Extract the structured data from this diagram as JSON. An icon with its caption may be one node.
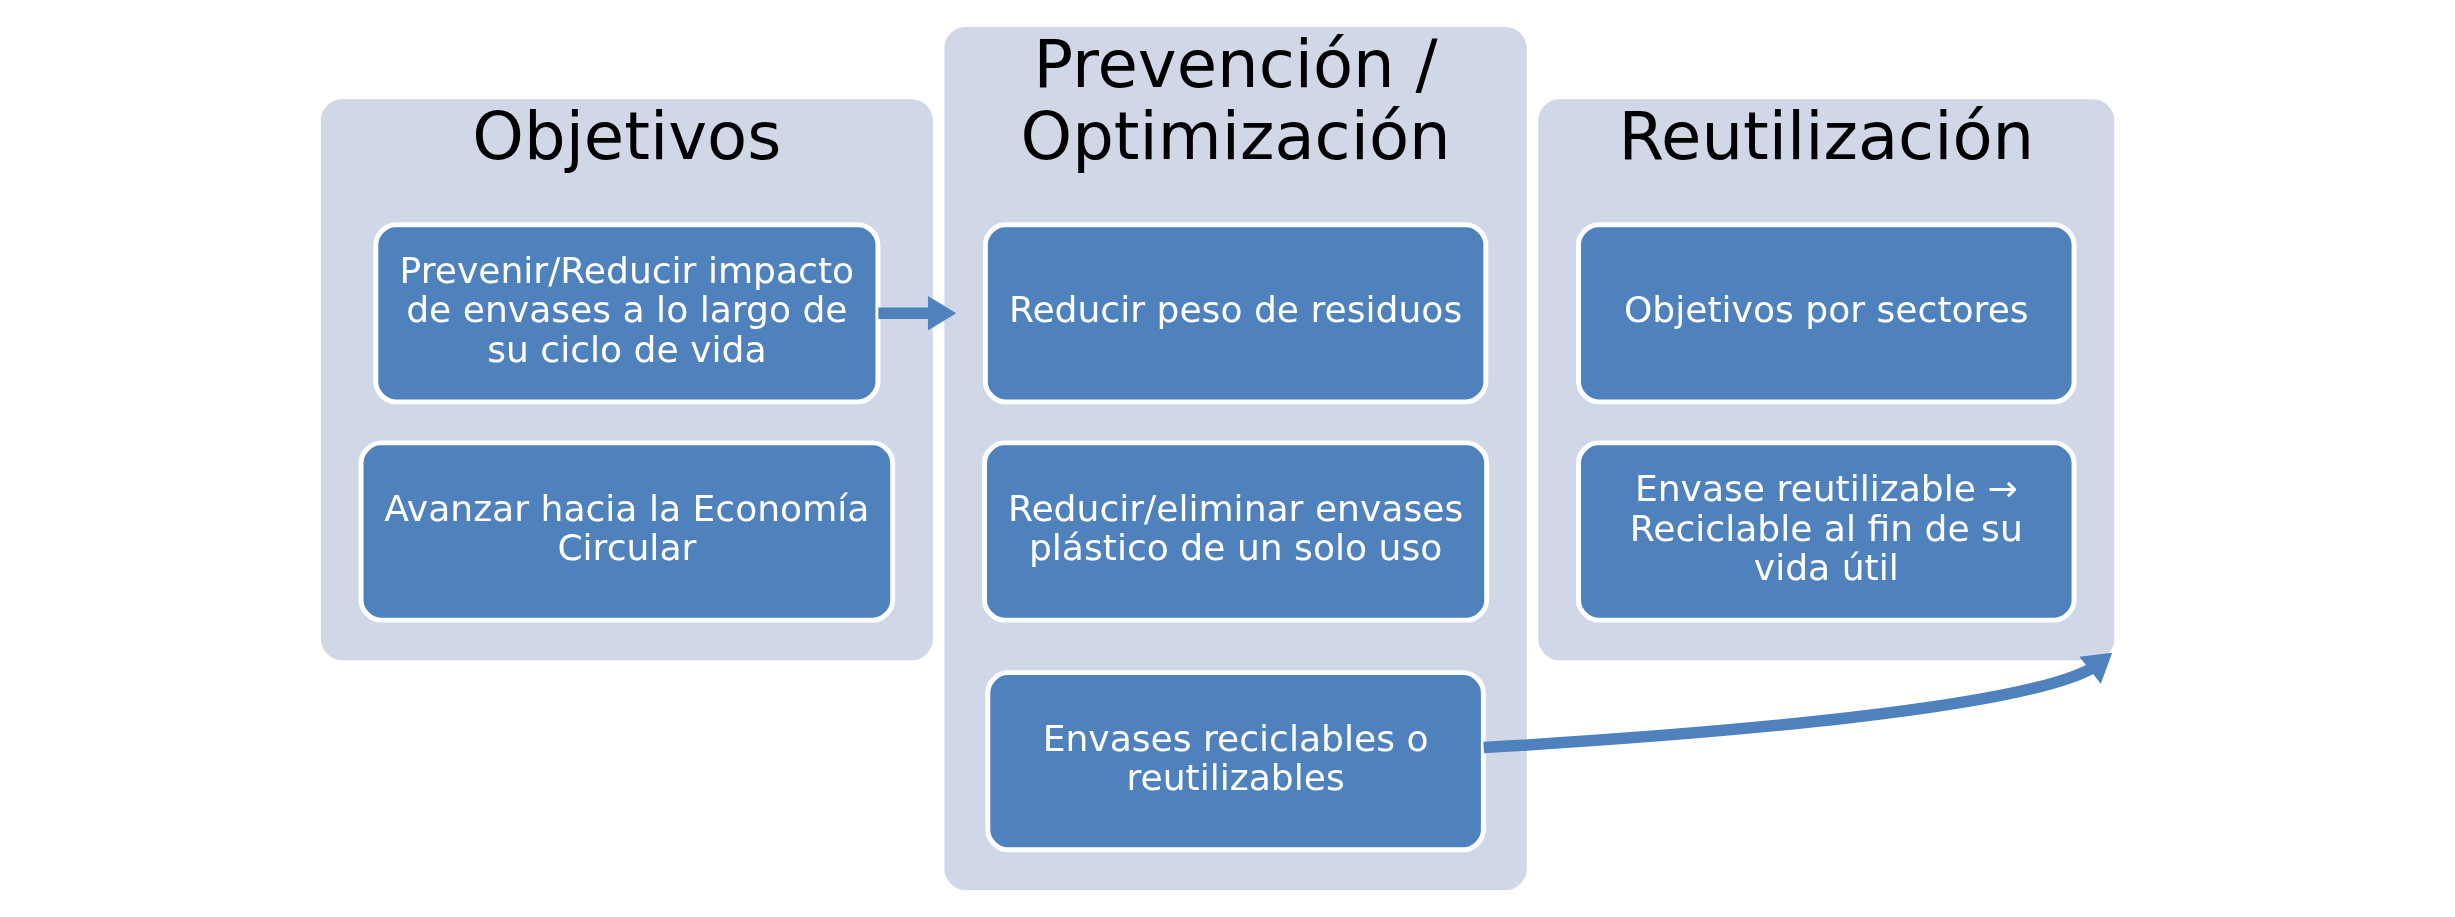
{
  "diagram": {
    "nodes": [
      {
        "text": [
          "Objetivos"
        ]
      },
      {
        "text": [
          "Prevenir/Reducir impacto de envases a lo largo de su ciclo de vida"
        ],
        "in": 0
      },
      {
        "text": [
          "Avanzar hacia la Economía Circular"
        ],
        "in": 0
      },
      {
        "text": [
          "Prevención / Optimización"
        ]
      },
      {
        "text": [
          "Reducir peso de residuos"
        ],
        "in": 3
      },
      {
        "text": [
          "Reducir/eliminar envases plástico de un solo uso"
        ],
        "in": 3
      },
      {
        "text": [
          "Envases reciclables o reutilizables"
        ],
        "in": 3
      },
      {
        "text": [
          "Reutilización"
        ]
      },
      {
        "text": [
          "Objetivos por sectores"
        ],
        "in": 7
      },
      {
        "text": [
          "Envase reutilizable → Reciclable al fin de su vida útil"
        ],
        "in": 7
      }
    ],
    "edges": [
      {
        "from": 1,
        "to": 3,
        "arrow": "to"
      },
      {
        "from": 6,
        "to": 7,
        "arrow": "to"
      }
    ]
  }
}
